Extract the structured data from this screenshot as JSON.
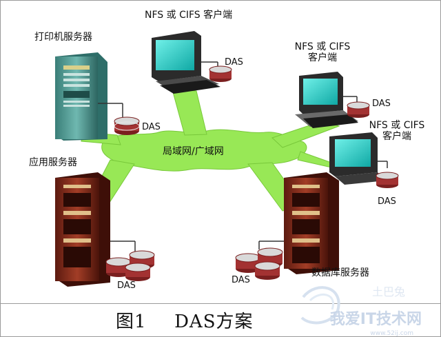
{
  "figure": {
    "network_label": "局域网/广域网",
    "nodes": {
      "print_server": "打印机服务器",
      "app_server": "应用服务器",
      "db_server": "数据库服务器",
      "client_top": "NFS 或 CIFS 客户端",
      "client_right_1": [
        "NFS 或 CIFS",
        "客户端"
      ],
      "client_right_2": [
        "NFS 或 CIFS",
        "客户端"
      ]
    },
    "storage_label": "DAS",
    "caption_number": "图1",
    "caption_title": "DAS方案"
  },
  "watermark": {
    "text": "我爱IT技术网",
    "sub": "www.52ij.com",
    "logo_text": "土巴兔"
  },
  "colors": {
    "network_green": "#8de34a",
    "monitor_screen": "#19c7c2",
    "server_red": "#8a2e1e",
    "rack_teal": "#3f8f8a",
    "disk_red": "#9a2a2a"
  }
}
